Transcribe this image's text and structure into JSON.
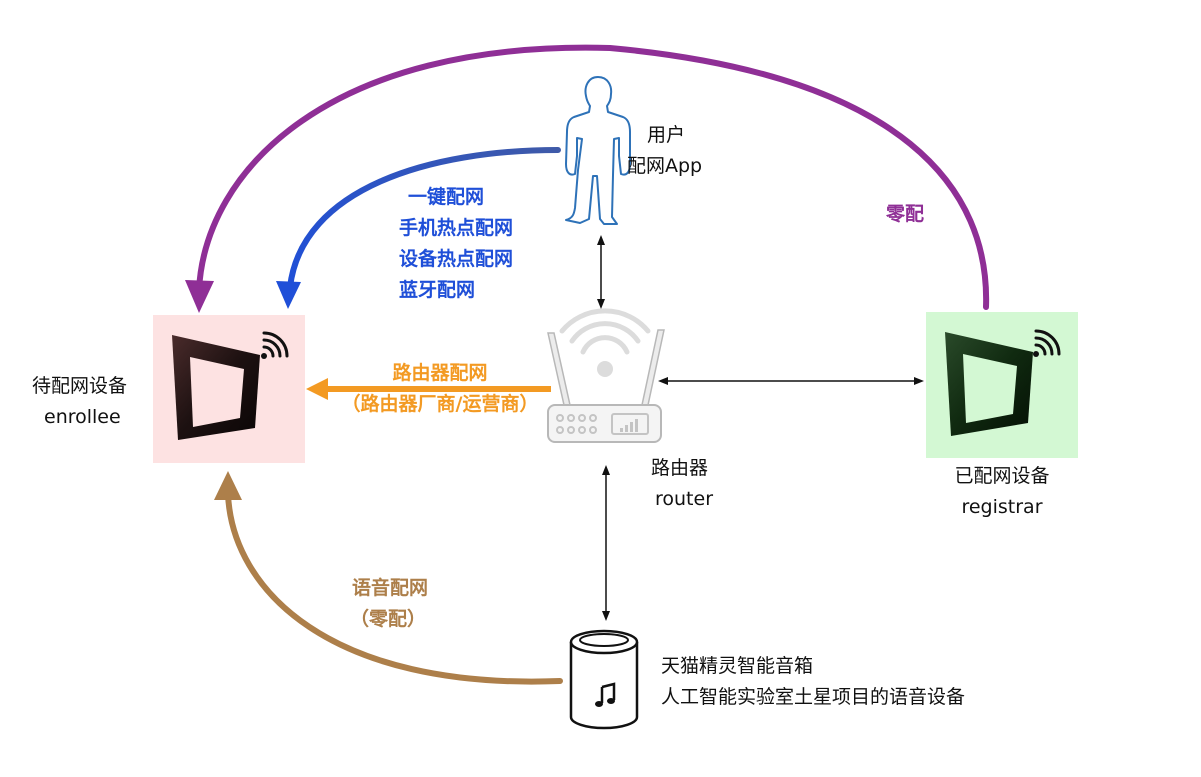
{
  "nodes": {
    "enrollee": {
      "line1": "待配网设备",
      "line2": "enrollee"
    },
    "user": {
      "line1": "用户",
      "line2": "配网App"
    },
    "router": {
      "line1": "路由器",
      "line2": "router"
    },
    "registrar": {
      "line1": "已配网设备",
      "line2": "registrar"
    },
    "speaker": {
      "line1": "天猫精灵智能音箱",
      "line2": "人工智能实验室土星项目的语音设备"
    }
  },
  "edges": {
    "app_methods": [
      "一键配网",
      "手机热点配网",
      "设备热点配网",
      "蓝牙配网"
    ],
    "router_config": {
      "line1": "路由器配网",
      "line2": "（路由器厂商/运营商）"
    },
    "zero_config": "零配",
    "voice_config": {
      "line1": "语音配网",
      "line2": "（零配）"
    }
  },
  "colors": {
    "enrollee_bg": "#fde2e2",
    "registrar_bg": "#d3f8d3",
    "app_arrow": "#1f4fd8",
    "router_arrow": "#f39a23",
    "zero_arrow": "#8f2f96",
    "voice_arrow": "#ad7f4a",
    "line": "#111111"
  },
  "icons": [
    "person-outline-icon",
    "wifi-router-icon",
    "smart-device-icon",
    "smart-speaker-icon",
    "music-note-icon",
    "wifi-signal-icon"
  ]
}
